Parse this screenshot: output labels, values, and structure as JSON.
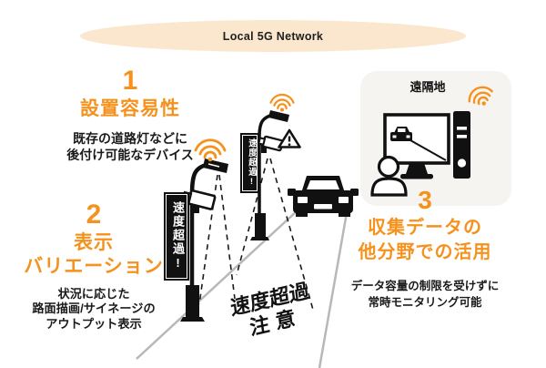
{
  "header": {
    "label": "Local 5G Network"
  },
  "features": [
    {
      "num": "1",
      "title_lines": [
        "設置容易性"
      ],
      "desc_lines": [
        "既存の道路灯などに",
        "後付け可能なデバイス"
      ]
    },
    {
      "num": "2",
      "title_lines": [
        "表示",
        "バリエーション"
      ],
      "desc_lines": [
        "状況に応じた",
        "路面描画/サイネージの",
        "アウトプット表示"
      ]
    },
    {
      "num": "3",
      "title_lines": [
        "収集データの",
        "他分野での活用"
      ],
      "desc_lines": [
        "データ容量の制限を受けずに",
        "常時モニタリング可能"
      ]
    }
  ],
  "remote_box": {
    "label": "遠隔地"
  },
  "signs": {
    "pole_sign_text": "速度超過!"
  },
  "road_warning": {
    "line1": "速度超過",
    "line2": "注意"
  },
  "colors": {
    "accent": "#F5921E",
    "ellipse_fill": "#FBE7CE",
    "box_fill": "#F6F4F1",
    "road_line": "#B8B8B8",
    "ink": "#111111"
  },
  "icons": {
    "wifi": "wifi-icon",
    "cctv_camera": "cctv-camera-icon",
    "street_lamp": "street-lamp-icon",
    "warning": "warning-triangle-icon",
    "car": "car-icon",
    "monitor": "monitor-icon",
    "pc_tower": "pc-tower-icon",
    "person": "person-icon"
  }
}
